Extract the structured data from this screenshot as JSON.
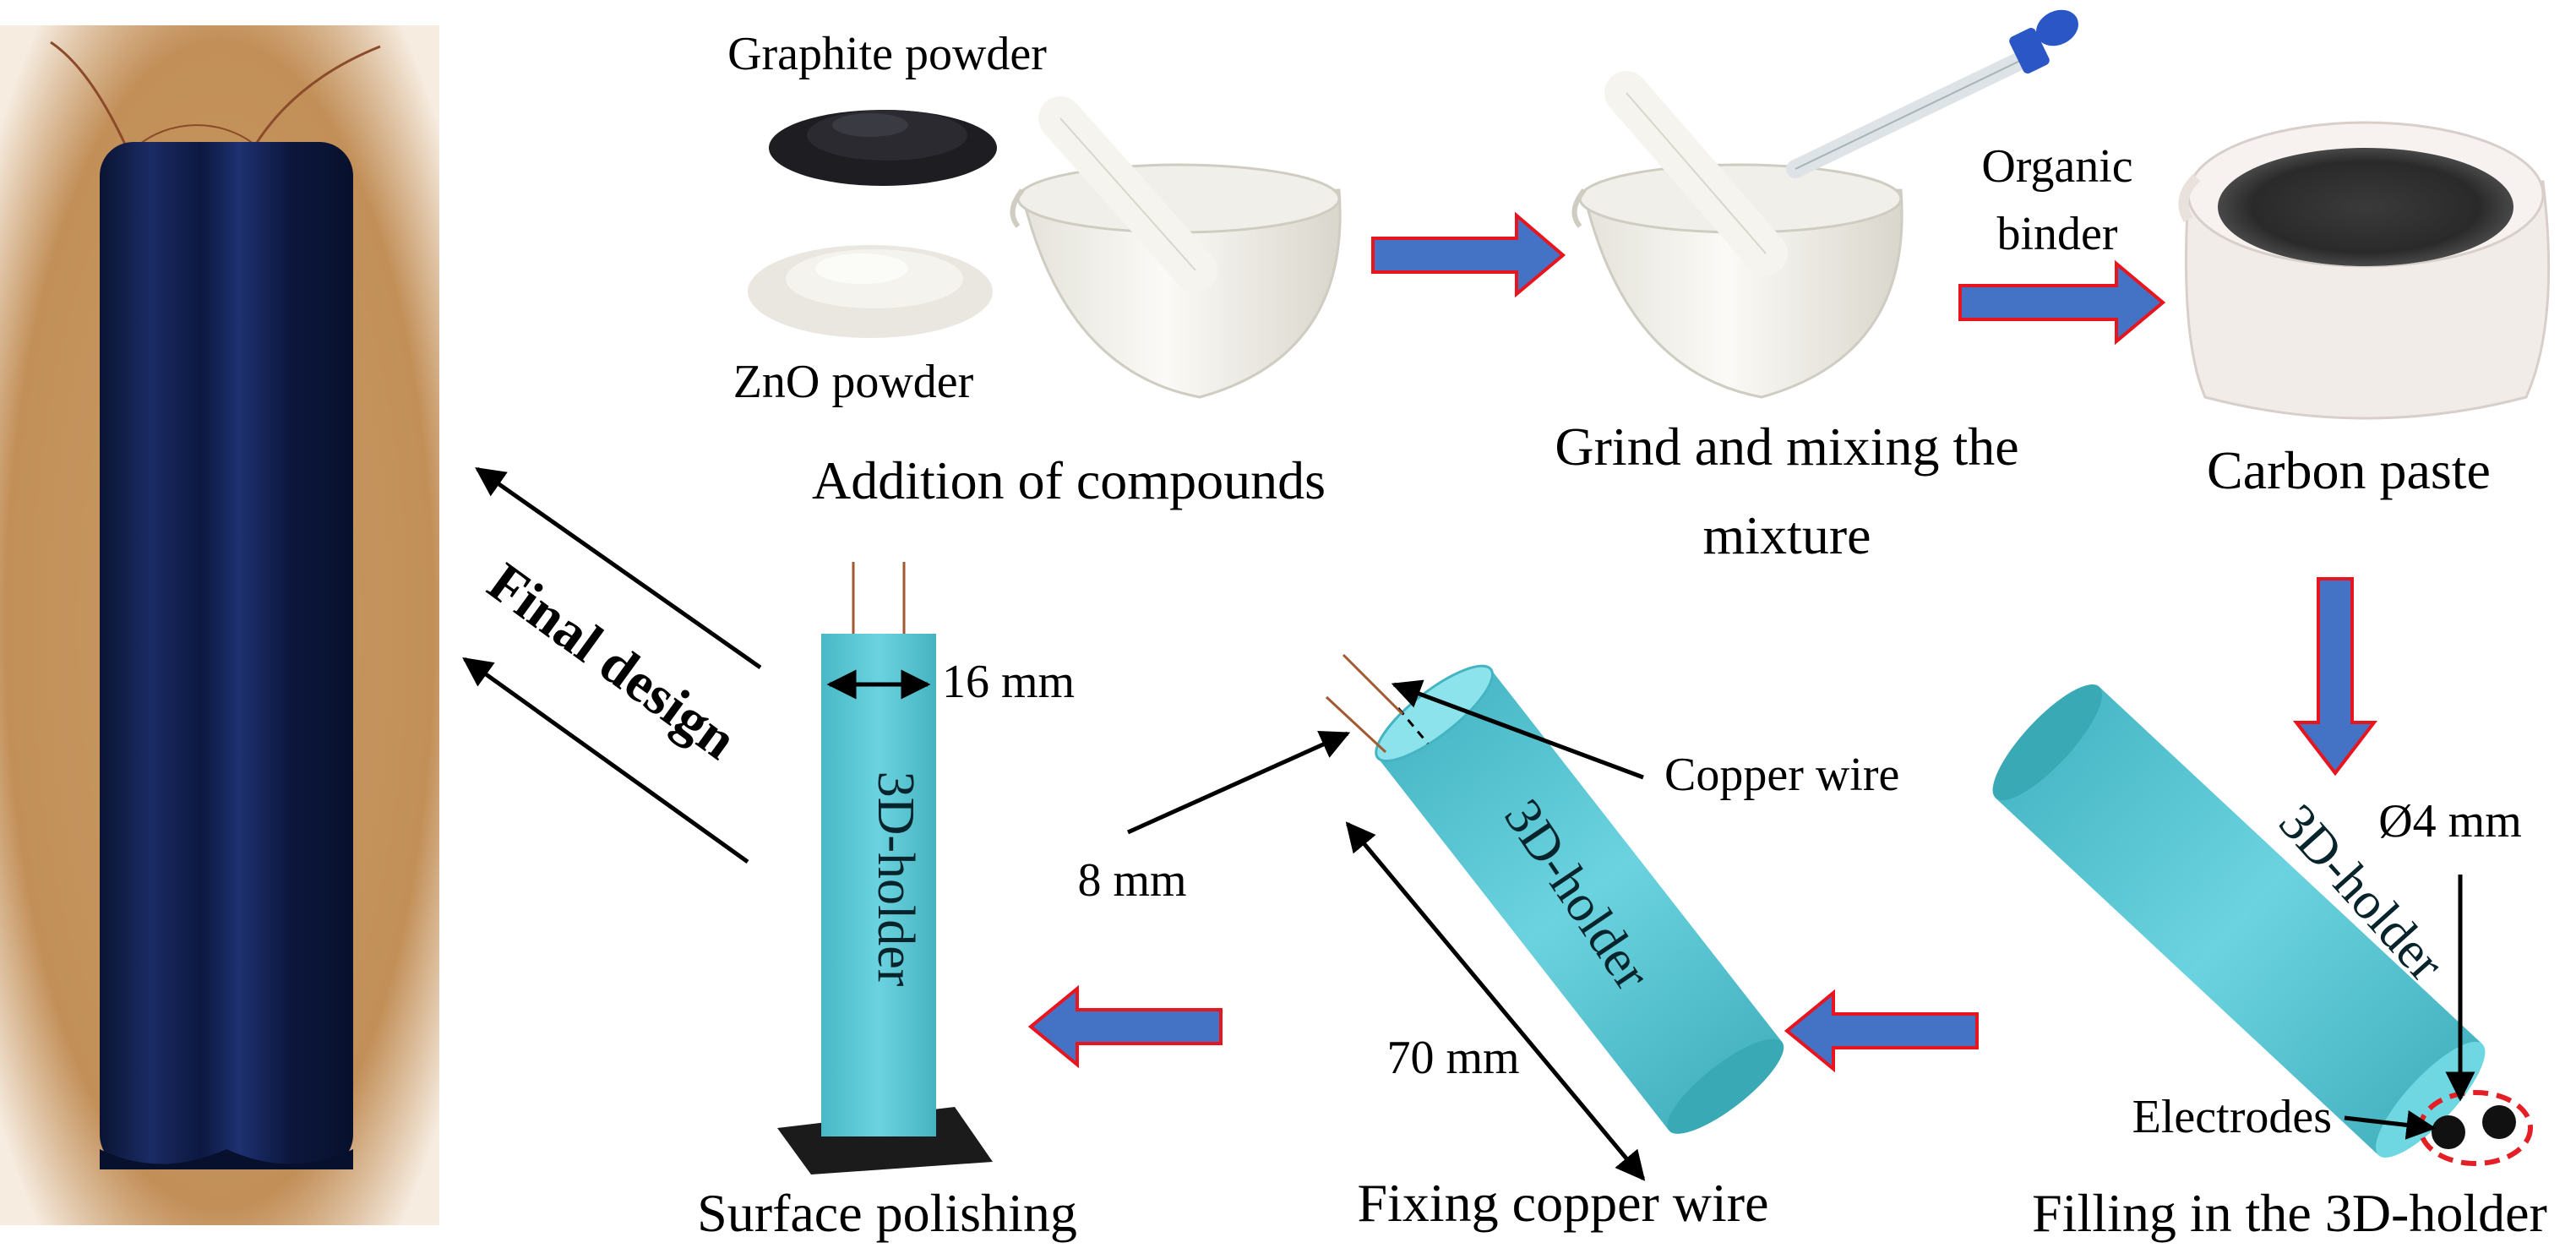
{
  "labels": {
    "graphite_powder": "Graphite powder",
    "zno_powder": "ZnO powder",
    "addition": "Addition of compounds",
    "grind_line1": "Grind and mixing the",
    "grind_line2": "mixture",
    "organic_line1": "Organic",
    "organic_line2": "binder",
    "carbon_paste": "Carbon paste",
    "final_design": "Final design",
    "holder_vertical": "3D-holder",
    "holder_fixing": "3D-holder",
    "holder_filling": "3D-holder",
    "width_16": "16 mm",
    "copper_wire": "Copper wire",
    "dia_8": "8 mm",
    "length_70": "70 mm",
    "dia_4": "Ø4 mm",
    "electrodes": "Electrodes",
    "surface_polishing": "Surface polishing",
    "fixing_copper": "Fixing copper wire",
    "filling": "Filling in the 3D-holder"
  },
  "colors": {
    "flow_arrow_fill": "#4472c4",
    "flow_arrow_outline": "#e8141e",
    "holder_cyan": "#5cc9d6",
    "holder_dark": "#3aa9b6",
    "electrode_ring": "#e31e24",
    "photo_background": "#c89a62",
    "photo_device": "#0f1e4a"
  }
}
